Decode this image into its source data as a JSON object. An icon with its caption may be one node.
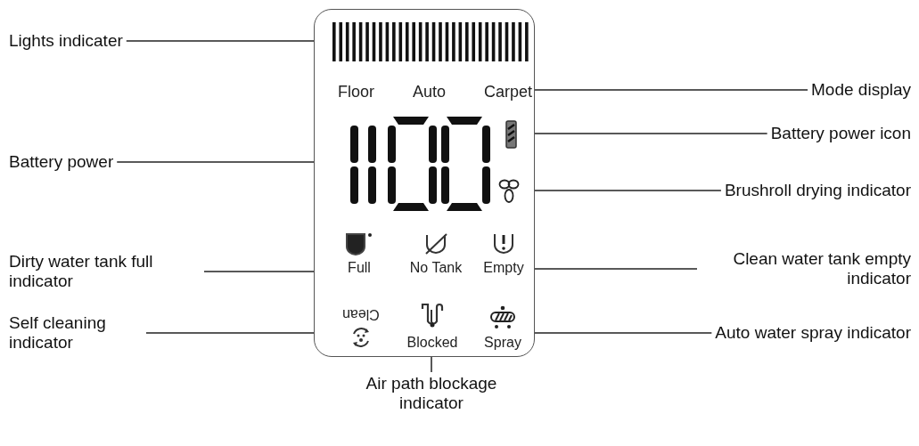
{
  "diagram": {
    "nodes": [
      {
        "text": [],
        "shape": "box"
      },
      {
        "text": [],
        "shape": "bar",
        "in": 0
      },
      {
        "text": [
          "Floor",
          "Auto",
          "Carpet"
        ],
        "in": 0
      },
      {
        "text": [],
        "shape": "picture",
        "in": 0
      },
      {
        "text": [],
        "shape": "picture",
        "in": 0
      },
      {
        "text": [],
        "shape": "picture",
        "in": 0
      },
      {
        "text": [
          "Full"
        ],
        "in": 0
      },
      {
        "text": [
          "No Tank"
        ],
        "in": 0
      },
      {
        "text": [
          "Empty"
        ],
        "in": 0
      },
      {
        "text": [
          "Clean"
        ],
        "in": 0
      },
      {
        "text": [
          "Blocked"
        ],
        "in": 0
      },
      {
        "text": [
          "Spray"
        ],
        "in": 0
      },
      {
        "text": [
          "Lights indicater"
        ]
      },
      {
        "text": [
          "Mode display"
        ]
      },
      {
        "text": [
          "Battery power icon"
        ]
      },
      {
        "text": [
          "Battery power"
        ]
      },
      {
        "text": [
          "Brushroll drying indicator"
        ]
      },
      {
        "text": [
          "Dirty water tank full indicator"
        ]
      },
      {
        "text": [
          "Clean water tank empty indicator"
        ]
      },
      {
        "text": [
          "Self cleaning indicator"
        ]
      },
      {
        "text": [
          "Auto water spray indicator"
        ]
      },
      {
        "text": [
          "Air path blockage indicator"
        ]
      }
    ],
    "edges": [
      {
        "from": 12,
        "to": 1,
        "arrow": "none"
      },
      {
        "from": 13,
        "to": 2,
        "arrow": "none"
      },
      {
        "from": 14,
        "to": 4,
        "arrow": "none"
      },
      {
        "from": 15,
        "to": 3,
        "arrow": "none"
      },
      {
        "from": 16,
        "to": 5,
        "arrow": "none"
      },
      {
        "from": 17,
        "to": 6,
        "arrow": "none"
      },
      {
        "from": 18,
        "to": 8,
        "arrow": "none"
      },
      {
        "from": 19,
        "to": 9,
        "arrow": "none"
      },
      {
        "from": 20,
        "to": 11,
        "arrow": "none"
      },
      {
        "from": 21,
        "to": 10,
        "arrow": "none"
      }
    ]
  }
}
